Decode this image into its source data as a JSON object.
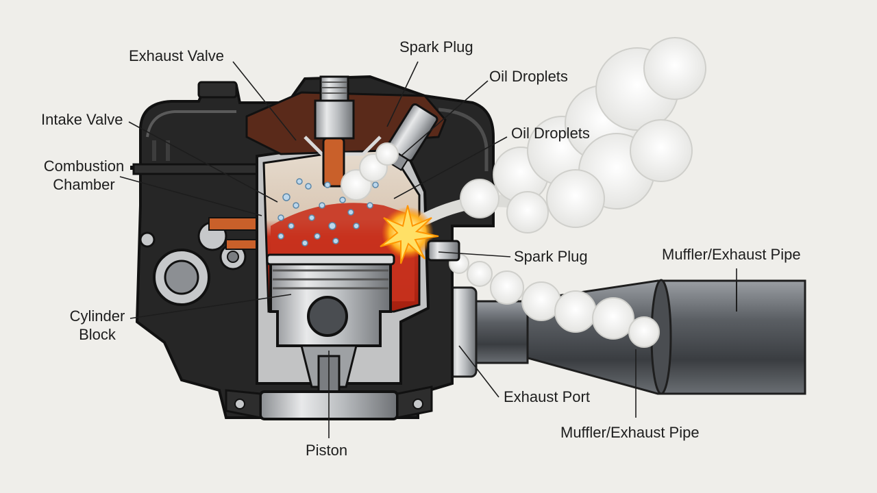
{
  "labels": {
    "exhaust_valve": "Exhaust Valve",
    "spark_plug_top": "Spark Plug",
    "oil_droplets_1": "Oil Droplets",
    "oil_droplets_2": "Oil Droplets",
    "intake_valve": "Intake Valve",
    "combustion_chamber_line1": "Combustion",
    "combustion_chamber_line2": "Chamber",
    "spark_plug_side": "Spark Plug",
    "muffler_top": "Muffler/Exhaust Pipe",
    "cylinder_block_line1": "Cylinder",
    "cylinder_block_line2": "Block",
    "exhaust_port": "Exhaust Port",
    "muffler_bottom": "Muffler/Exhaust Pipe",
    "piston": "Piston"
  },
  "colors": {
    "background": "#efeeea",
    "engine_black": "#262626",
    "metal": "#b9bcbf",
    "chamber_red": "#c8321e",
    "copper": "#c9602a",
    "smoke": "#f5f5f3",
    "spark": "#ffd640"
  }
}
